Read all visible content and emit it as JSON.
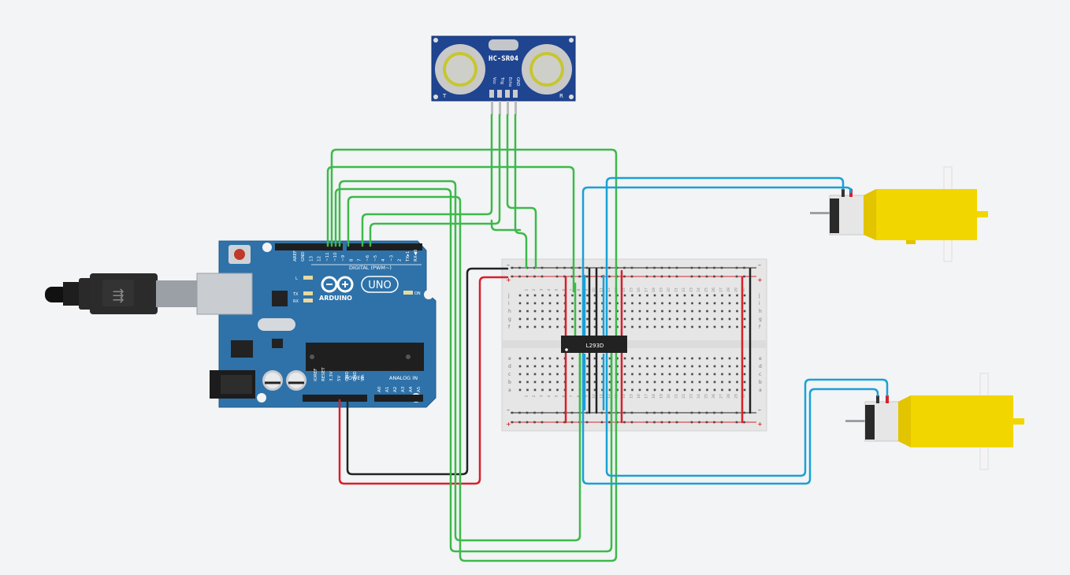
{
  "sensor": {
    "model": "HC-SR04",
    "pins": [
      "Vcc",
      "Trig",
      "Echo",
      "GND"
    ],
    "left_mark": "T",
    "right_mark": "R"
  },
  "arduino": {
    "brand": "ARDUINO",
    "model": "UNO",
    "digital_label": "DIGITAL (PWM~)",
    "power_label": "POWER",
    "analog_label": "ANALOG IN",
    "digital_pins": [
      "AREF",
      "GND",
      "13",
      "12",
      "~11",
      "~10",
      "~9",
      "8",
      "7",
      "~6",
      "~5",
      "4",
      "~3",
      "2",
      "TX▸1",
      "RX◀0"
    ],
    "power_pins": [
      "IOREF",
      "RESET",
      "3.3V",
      "5V",
      "GND",
      "GND",
      "Vin"
    ],
    "analog_pins": [
      "A0",
      "A1",
      "A2",
      "A3",
      "A4",
      "A5"
    ],
    "led_labels": {
      "l": "L",
      "tx": "TX",
      "rx": "RX",
      "on": "ON"
    }
  },
  "breadboard": {
    "row_letters_top": [
      "j",
      "i",
      "h",
      "g",
      "f"
    ],
    "row_letters_bottom": [
      "e",
      "d",
      "c",
      "b",
      "a"
    ],
    "rail_minus": "–",
    "rail_plus": "+",
    "columns": [
      "1",
      "2",
      "3",
      "4",
      "5",
      "6",
      "7",
      "8",
      "9",
      "10",
      "11",
      "12",
      "13",
      "14",
      "15",
      "16",
      "17",
      "18",
      "19",
      "20",
      "21",
      "22",
      "23",
      "24",
      "25",
      "26",
      "27",
      "28",
      "29",
      "30"
    ]
  },
  "chip": {
    "label": "L293D"
  },
  "motors": [
    {
      "id": "motor-top"
    },
    {
      "id": "motor-bottom"
    }
  ],
  "colors": {
    "background": "#f3f4f6",
    "wire_green": "#3db94a",
    "wire_blue": "#1aa0d6",
    "wire_red": "#d6212a",
    "wire_black": "#222222",
    "board_blue": "#2e72a9",
    "sensor_blue": "#1f4591",
    "motor_yellow": "#f2d600"
  }
}
